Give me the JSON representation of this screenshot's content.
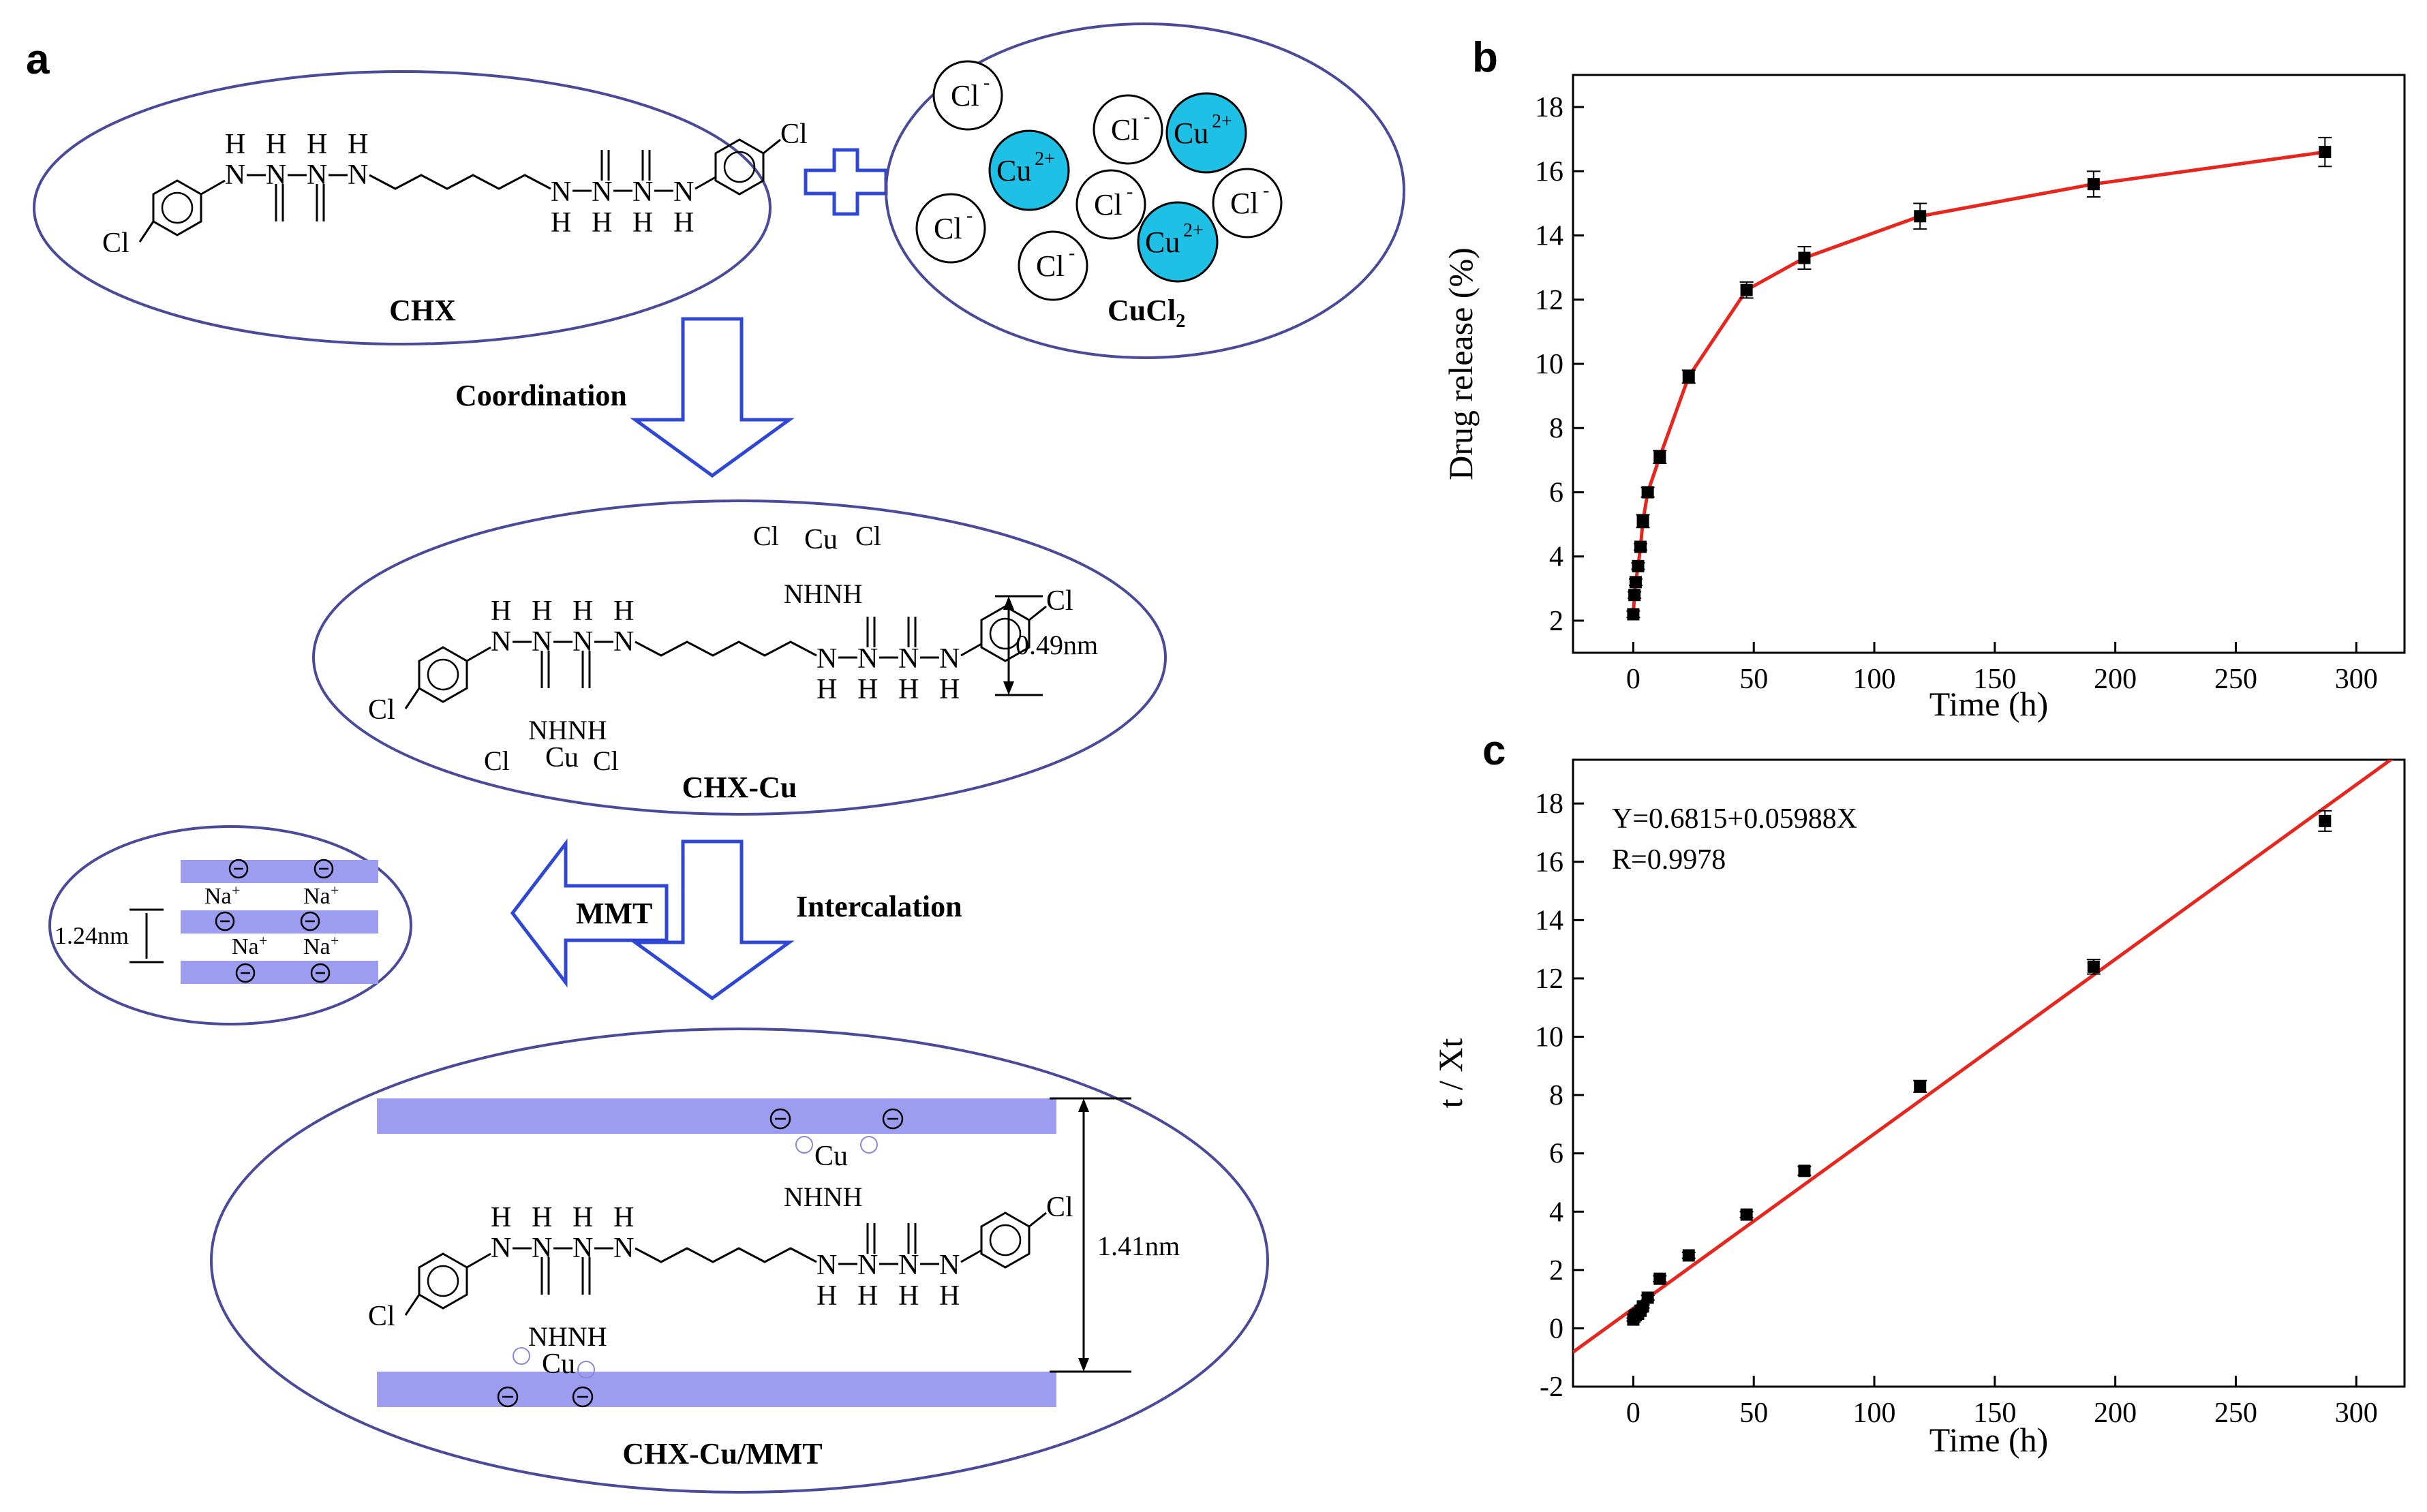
{
  "panels": {
    "a": "a",
    "b": "b",
    "c": "c"
  },
  "scheme": {
    "chx_label": "CHX",
    "cucl2_label": "CuCl",
    "cucl2_sub": "2",
    "cu_ion": "Cu",
    "cu_charge": "2+",
    "cl_ion": "Cl",
    "cl_charge": "-",
    "coordination": "Coordination",
    "chxcu_label": "CHX-Cu",
    "mmt": "MMT",
    "intercalation": "Intercalation",
    "final_label": "CHX-Cu/MMT",
    "d_chxcu": "0.49nm",
    "d_mmt": "1.24nm",
    "d_final": "1.41nm",
    "na_ion": "Na",
    "na_charge": "+",
    "atoms": {
      "cl": "Cl",
      "h": "H",
      "n": "N",
      "nh": "NH",
      "nhnh": "NHNH",
      "cu": "Cu"
    },
    "colors": {
      "ellipse": "#4a4a9a",
      "arrow": "#2f47d6",
      "cu_fill": "#1ec0e6",
      "layer": "#9c9cf0"
    }
  },
  "chart_data": [
    {
      "type": "line",
      "panel": "b",
      "xlabel": "Time (h)",
      "ylabel": "Drug release (%)",
      "xlim": [
        -25,
        320
      ],
      "ylim": [
        1,
        19
      ],
      "xticks": [
        0,
        50,
        100,
        150,
        200,
        250,
        300
      ],
      "yticks": [
        2,
        4,
        6,
        8,
        10,
        12,
        14,
        16,
        18
      ],
      "series": [
        {
          "x": [
            0,
            0.5,
            1,
            2,
            3,
            4,
            6,
            11,
            23,
            47,
            71,
            119,
            191,
            287
          ],
          "y": [
            2.2,
            2.8,
            3.2,
            3.7,
            4.3,
            5.1,
            6.0,
            7.1,
            9.6,
            12.3,
            13.3,
            14.6,
            15.6,
            16.6
          ],
          "err": [
            0.1,
            0.1,
            0.1,
            0.1,
            0.1,
            0.2,
            0.15,
            0.2,
            0.2,
            0.25,
            0.35,
            0.4,
            0.4,
            0.45
          ],
          "fit_color": "#e8261e"
        }
      ]
    },
    {
      "type": "scatter",
      "panel": "c",
      "xlabel": "Time (h)",
      "ylabel": "t / Xt",
      "xlim": [
        -25,
        320
      ],
      "ylim": [
        -2,
        19.5
      ],
      "xticks": [
        0,
        50,
        100,
        150,
        200,
        250,
        300
      ],
      "yticks": [
        -2,
        0,
        2,
        4,
        6,
        8,
        10,
        12,
        14,
        16,
        18
      ],
      "annotation": [
        "Y=0.6815+0.05988X",
        "R=0.9978"
      ],
      "series": [
        {
          "x": [
            0,
            0.5,
            1,
            2,
            3,
            4,
            6,
            11,
            23,
            47,
            71,
            119,
            191,
            287
          ],
          "y": [
            0.3,
            0.4,
            0.45,
            0.5,
            0.6,
            0.75,
            1.05,
            1.7,
            2.5,
            3.9,
            5.4,
            8.3,
            12.4,
            17.4
          ],
          "err": [
            0.05,
            0.05,
            0.05,
            0.05,
            0.05,
            0.05,
            0.08,
            0.1,
            0.1,
            0.1,
            0.15,
            0.2,
            0.25,
            0.35
          ]
        }
      ],
      "fit": {
        "intercept": 0.6815,
        "slope": 0.05988,
        "color": "#e8261e"
      }
    }
  ]
}
